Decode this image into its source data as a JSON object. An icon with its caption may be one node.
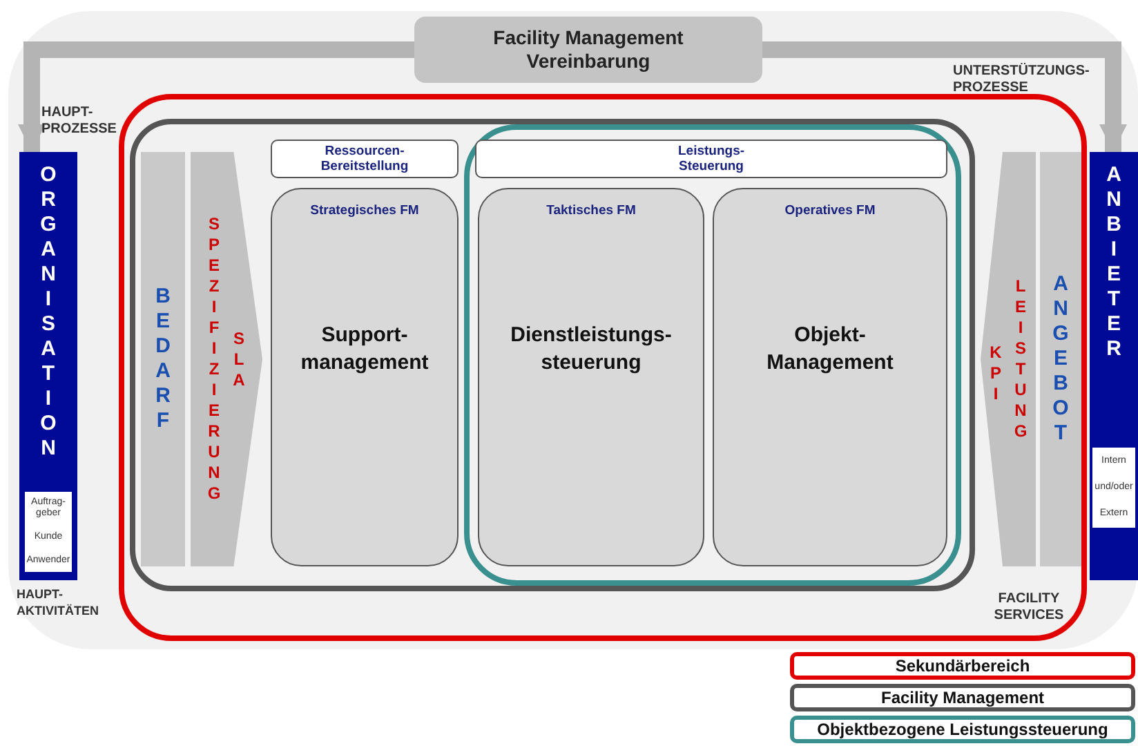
{
  "diagram": {
    "nodes": [
      {
        "text": [
          "Facility Management Vereinbarung"
        ]
      },
      {
        "text": [
          "ORGANISATION"
        ]
      },
      {
        "text": [
          "Auftrag- geber",
          "Kunde",
          "Anwender"
        ],
        "in": 1
      },
      {
        "text": [
          "ANBIETER"
        ]
      },
      {
        "text": [
          "Intern",
          "und/oder",
          "Extern"
        ],
        "in": 3
      },
      {
        "text": [
          "BEDARF"
        ]
      },
      {
        "text": [
          "SPEZIFIZIERUNG",
          "SLA"
        ]
      },
      {
        "text": [
          "Ressourcen- Bereitstellung"
        ]
      },
      {
        "text": [
          "Leistungs- Steuerung"
        ]
      },
      {
        "text": [
          "Strategisches FM",
          "Support- management"
        ]
      },
      {
        "text": [
          "Taktisches FM",
          "Dienstleistungs- steuerung"
        ]
      },
      {
        "text": [
          "Operatives FM",
          "Objekt- Management"
        ]
      },
      {
        "text": [
          "KPI",
          "LEISTUNG"
        ]
      },
      {
        "text": [
          "ANGEBOT"
        ]
      }
    ],
    "edges": [
      {
        "from": 0,
        "to": 1,
        "arrow": "to"
      },
      {
        "from": 0,
        "to": 3,
        "arrow": "to"
      }
    ],
    "labels": [
      "HAUPT- PROZESSE",
      "UNTERSTÜTZUNGS- PROZESSE",
      "HAUPT- AKTIVITÄTEN",
      "FACILITY SERVICES"
    ],
    "legend": [
      {
        "text": "Sekundärbereich",
        "color": "#e00000"
      },
      {
        "text": "Facility Management",
        "color": "#555555"
      },
      {
        "text": "Objektbezogene Leistungssteuerung",
        "color": "#3a8f8f"
      }
    ]
  }
}
